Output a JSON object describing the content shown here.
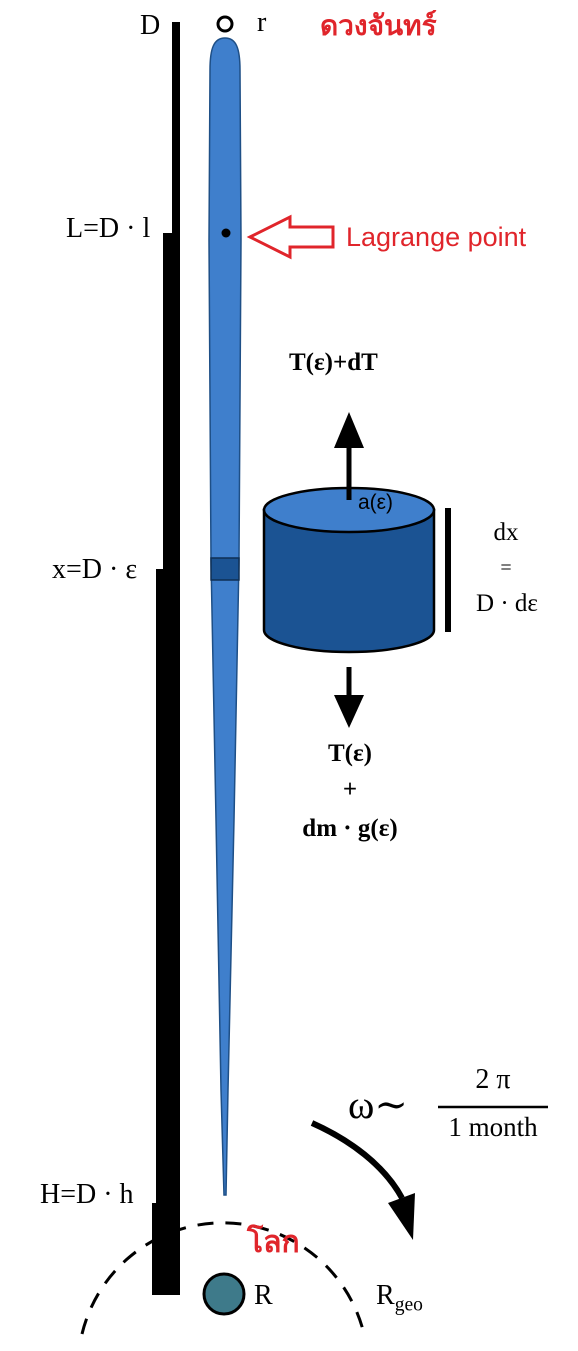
{
  "labels": {
    "d": "D",
    "r": "r",
    "moon": "ดวงจันทร์",
    "l_eq": "L=D · l",
    "lagrange": "Lagrange point",
    "t_top": "T(ε)+dT",
    "a_eps": "a(ε)",
    "dx": "dx",
    "eq": "=",
    "d_deps": "D · dε",
    "x_eq": "x=D · ε",
    "t_eps": "T(ε)",
    "plus": "+",
    "dm_g": "dm · g(ε)",
    "omega": "ω∼",
    "two_pi": "2 π",
    "one_month": "1 month",
    "h_eq": "H=D · h",
    "earth": "โลก",
    "big_r": "R",
    "r_geo": "R",
    "r_geo_sub": "geo"
  },
  "colors": {
    "tether": "#3f7fcc",
    "tether_stroke": "#1e4f86",
    "cylinder_top": "#3f7fcc",
    "cylinder_body": "#1b5393",
    "earth": "#3e7a8a",
    "red": "#e0252b",
    "black": "#000000"
  },
  "icons": {
    "lagrange_arrow": "hollow-left-arrow",
    "up_arrow": "up-arrow",
    "down_arrow": "down-arrow",
    "rotation_arrow": "curved-arrow"
  }
}
